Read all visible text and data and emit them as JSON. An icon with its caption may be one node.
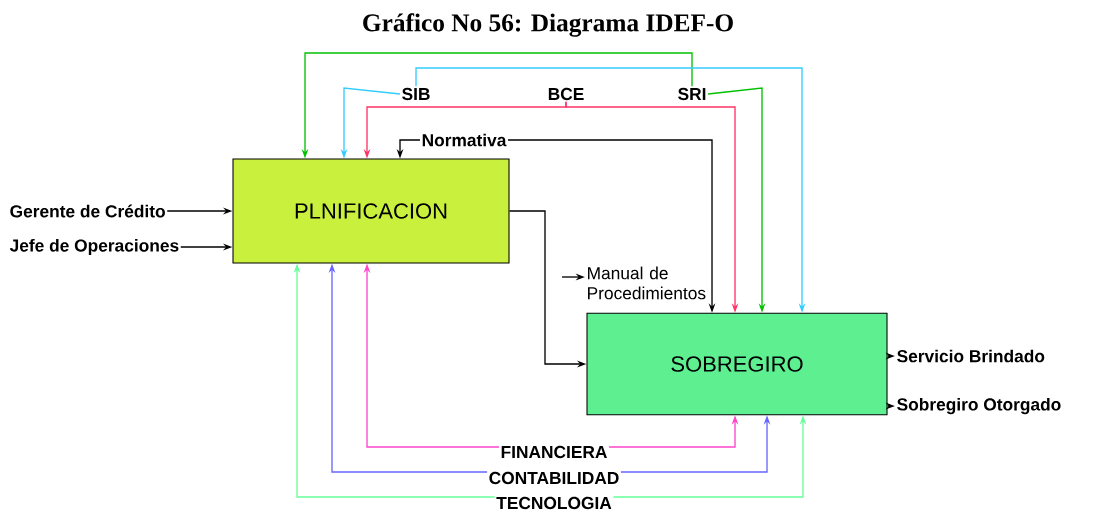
{
  "diagram": {
    "title": "Gráfico No 56: Diagrama IDEF-O",
    "nodes": [
      {
        "text": [
          "PLNIFICACION"
        ]
      },
      {
        "text": [
          "SOBREGIRO"
        ]
      },
      {
        "text": [
          "SIB"
        ]
      },
      {
        "text": [
          "BCE"
        ]
      },
      {
        "text": [
          "SRI"
        ]
      },
      {
        "text": [
          "Normativa"
        ]
      },
      {
        "text": [
          "Gerente de Crédito"
        ]
      },
      {
        "text": [
          "Jefe de Operaciones"
        ]
      },
      {
        "text": [
          "Manual de Procedimientos"
        ]
      },
      {
        "text": [
          "Servicio Brindado"
        ]
      },
      {
        "text": [
          "Sobregiro Otorgado"
        ]
      },
      {
        "text": [
          "FINANCIERA"
        ]
      },
      {
        "text": [
          "CONTABILIDAD"
        ]
      },
      {
        "text": [
          "TECNOLOGIA"
        ]
      }
    ],
    "edges": [
      {
        "from": 4,
        "to": 0,
        "arrow": "to",
        "color": "#00c000"
      },
      {
        "from": 2,
        "to": 1,
        "arrow": "to",
        "color": "#33ccff"
      },
      {
        "from": 2,
        "to": 0,
        "arrow": "to",
        "color": "#33ccff"
      },
      {
        "from": 3,
        "to": 0,
        "arrow": "to",
        "color": "#ff3366"
      },
      {
        "from": 3,
        "to": 1,
        "arrow": "to",
        "color": "#ff3366"
      },
      {
        "from": 4,
        "to": 1,
        "arrow": "to",
        "color": "#00c000"
      },
      {
        "from": 5,
        "to": 0,
        "arrow": "to"
      },
      {
        "from": 5,
        "to": 1,
        "arrow": "to"
      },
      {
        "from": 6,
        "to": 0,
        "arrow": "to"
      },
      {
        "from": 7,
        "to": 0,
        "arrow": "to"
      },
      {
        "from": 0,
        "to": 1,
        "arrow": "to"
      },
      {
        "from": null,
        "to": 8,
        "arrow": "to"
      },
      {
        "from": 1,
        "to": 9,
        "arrow": "to"
      },
      {
        "from": 1,
        "to": 10,
        "arrow": "to"
      },
      {
        "from": 11,
        "to": 0,
        "arrow": "to",
        "color": "#ff44cc"
      },
      {
        "from": 11,
        "to": 1,
        "arrow": "to",
        "color": "#ff44cc"
      },
      {
        "from": 12,
        "to": 0,
        "arrow": "to",
        "color": "#6666ff"
      },
      {
        "from": 12,
        "to": 1,
        "arrow": "to",
        "color": "#6666ff"
      },
      {
        "from": 13,
        "to": 0,
        "arrow": "to",
        "color": "#66ff99"
      },
      {
        "from": 13,
        "to": 1,
        "arrow": "to",
        "color": "#66ff99"
      }
    ]
  }
}
